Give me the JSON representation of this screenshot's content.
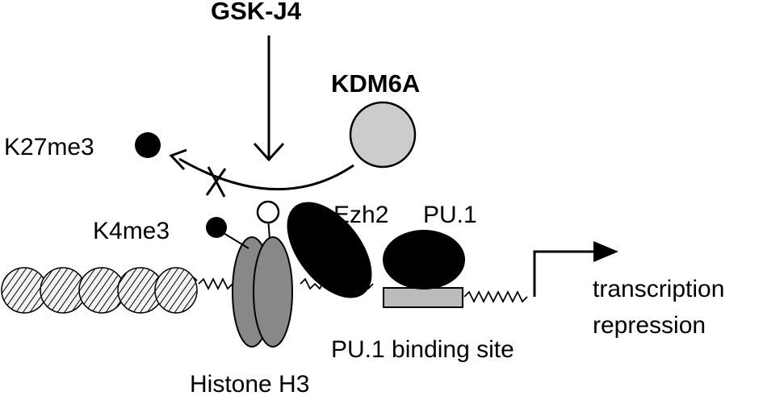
{
  "labels": {
    "drug": "GSK-J4",
    "demethylase": "KDM6A",
    "mark_removed": "K27me3",
    "mark_active": "K4me3",
    "methyltransferase": "Ezh2",
    "transcription_factor": "PU.1",
    "binding_site": "PU.1 binding site",
    "histone": "Histone H3",
    "outcome_line1": "transcription",
    "outcome_line2": "repression"
  },
  "colors": {
    "black": "#000000",
    "demethylase_fill": "#cccccc",
    "histone_fill": "#888888",
    "binding_site_fill": "#bbbbbb",
    "dna_fill": "#dddddd"
  }
}
